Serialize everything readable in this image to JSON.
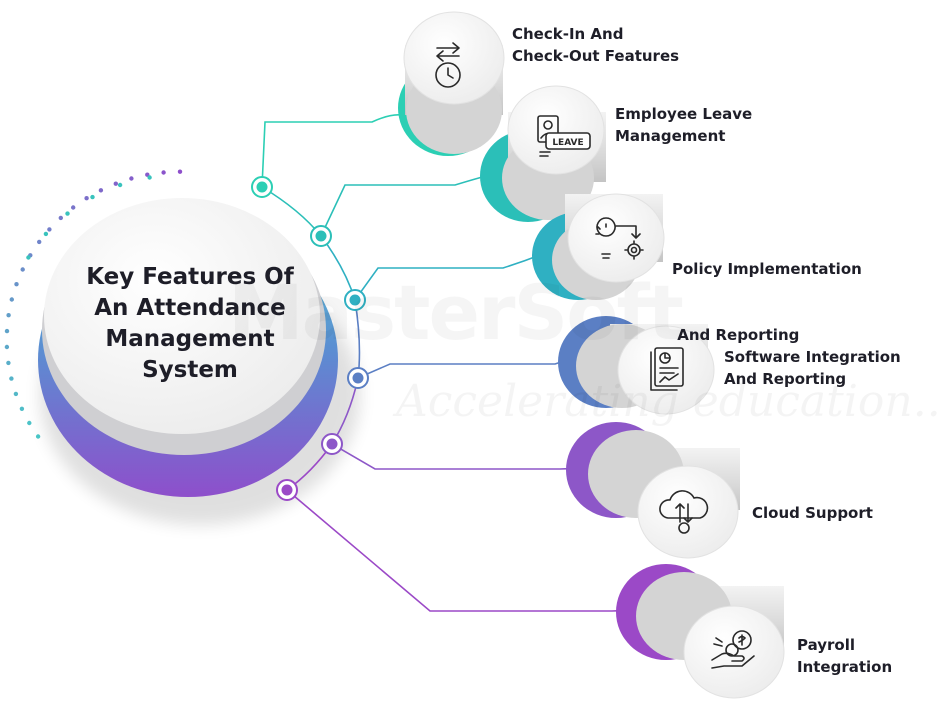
{
  "title_lines": [
    "Key Features Of",
    "An Attendance",
    "Management",
    "System"
  ],
  "watermark": {
    "brand": "MasterSoft",
    "tagline": "Accelerating education..."
  },
  "features": [
    {
      "lines": [
        "Check-In And",
        "Check-Out Features"
      ],
      "icon": "clock-arrows-icon",
      "color": "#2ccfb4"
    },
    {
      "lines": [
        "Employee Leave",
        "Management"
      ],
      "icon": "leave-badge-icon",
      "color": "#2bbfb8"
    },
    {
      "lines": [
        "Policy Implementation",
        " And Reporting"
      ],
      "icon": "bulb-gear-icon",
      "color": "#2fb0c2"
    },
    {
      "lines": [
        "Software Integration",
        "And Reporting"
      ],
      "icon": "report-document-icon",
      "color": "#5b7fc4"
    },
    {
      "lines": [
        "Cloud Support"
      ],
      "icon": "cloud-sync-icon",
      "color": "#8d57c8"
    },
    {
      "lines": [
        "Payroll",
        "Integration"
      ],
      "icon": "payroll-coins-icon",
      "color": "#9b49c7"
    },
    {
      "lines": [],
      "icon": "",
      "color": "#8f58c9"
    }
  ],
  "icon_text": {
    "leave": "LEAVE"
  }
}
